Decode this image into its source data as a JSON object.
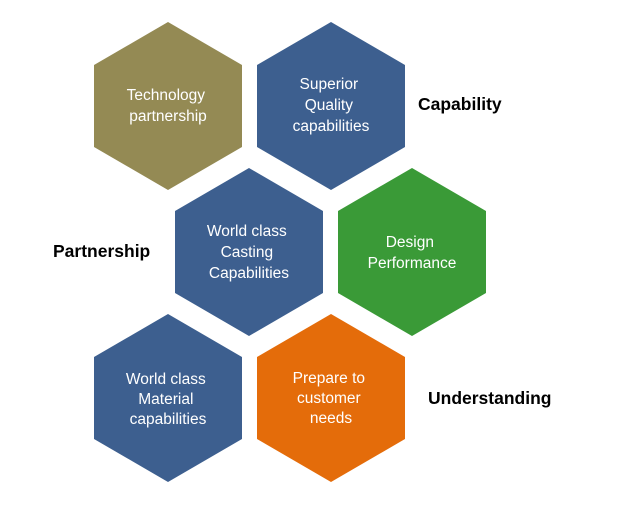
{
  "hexagons": [
    {
      "id": "technology",
      "lines": [
        "Technology",
        "partnership"
      ],
      "color": "#948a54"
    },
    {
      "id": "quality",
      "lines": [
        "Superior",
        "Quality",
        "capabilities"
      ],
      "color": "#3d5f8f"
    },
    {
      "id": "casting",
      "lines": [
        "World class",
        "Casting",
        "Capabilities"
      ],
      "color": "#3d5f8f"
    },
    {
      "id": "design",
      "lines": [
        "Design",
        "Performance"
      ],
      "color": "#3a9a37"
    },
    {
      "id": "material",
      "lines": [
        "World class",
        "Material",
        "capabilities"
      ],
      "color": "#3d5f8f"
    },
    {
      "id": "customer",
      "lines": [
        "Prepare to",
        "customer",
        "needs"
      ],
      "color": "#e46c0a"
    }
  ],
  "labels": {
    "capability": "Capability",
    "partnership": "Partnership",
    "understanding": "Understanding"
  }
}
